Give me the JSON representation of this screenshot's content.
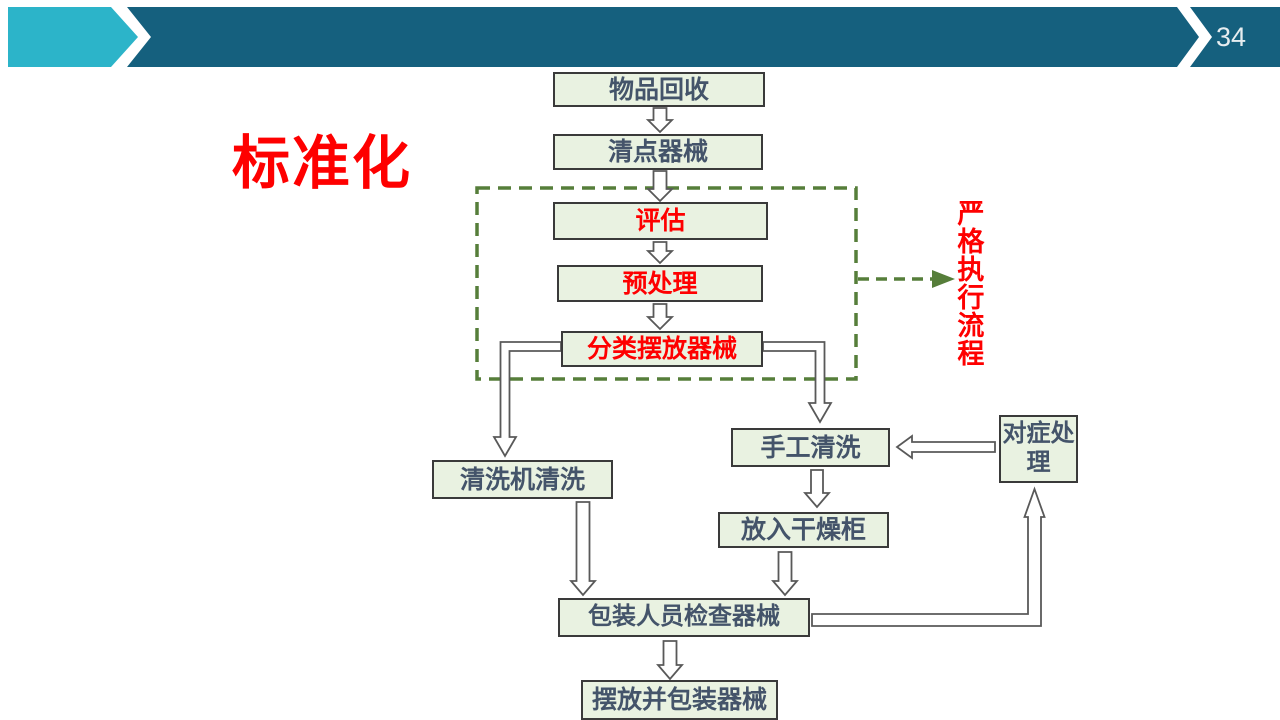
{
  "slide": {
    "page_number": "34",
    "title": "标准化",
    "colors": {
      "banner_dark": "#15607E",
      "banner_light": "#2CB4C9",
      "box_fill": "#E9F2E1",
      "box_border": "#3A3A3A",
      "box_text": "#44546A",
      "emphasis_red": "#FE0000",
      "dashed_green": "#567E3A",
      "arrow_outline": "#595959"
    }
  },
  "flowchart": {
    "side_note": "严格执行流程",
    "boxes": [
      {
        "id": "item-recovery",
        "label": "物品回收",
        "emphasis": false
      },
      {
        "id": "count-instruments",
        "label": "清点器械",
        "emphasis": false
      },
      {
        "id": "evaluate",
        "label": "评估",
        "emphasis": true
      },
      {
        "id": "pretreatment",
        "label": "预处理",
        "emphasis": true
      },
      {
        "id": "sort-place-instruments",
        "label": "分类摆放器械",
        "emphasis": true
      },
      {
        "id": "machine-washing",
        "label": "清洗机清洗",
        "emphasis": false
      },
      {
        "id": "manual-washing",
        "label": "手工清洗",
        "emphasis": false
      },
      {
        "id": "symptomatic-treatment",
        "label": "对症处理",
        "emphasis": false
      },
      {
        "id": "drying-cabinet",
        "label": "放入干燥柜",
        "emphasis": false
      },
      {
        "id": "packer-inspect-instruments",
        "label": "包装人员检查器械",
        "emphasis": false
      },
      {
        "id": "place-and-package",
        "label": "摆放并包装器械",
        "emphasis": false
      }
    ]
  }
}
